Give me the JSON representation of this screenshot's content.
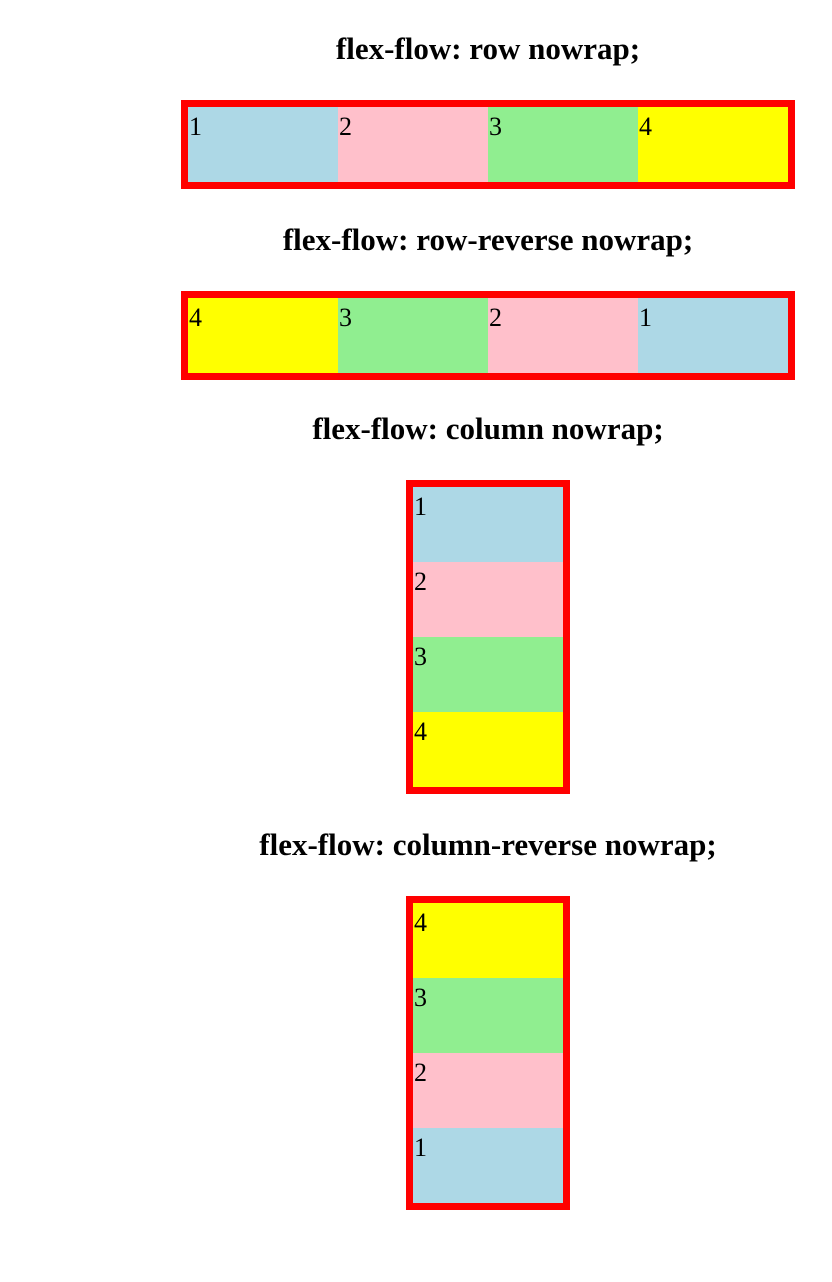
{
  "sections": [
    {
      "heading": "flex-flow: row nowrap;",
      "items": [
        {
          "label": "1",
          "color": "#add8e6"
        },
        {
          "label": "2",
          "color": "#ffc0cb"
        },
        {
          "label": "3",
          "color": "#90ee90"
        },
        {
          "label": "4",
          "color": "#ffff00"
        }
      ]
    },
    {
      "heading": "flex-flow: row-reverse nowrap;",
      "items": [
        {
          "label": "4",
          "color": "#ffff00"
        },
        {
          "label": "3",
          "color": "#90ee90"
        },
        {
          "label": "2",
          "color": "#ffc0cb"
        },
        {
          "label": "1",
          "color": "#add8e6"
        }
      ]
    },
    {
      "heading": "flex-flow: column nowrap;",
      "items": [
        {
          "label": "1",
          "color": "#add8e6"
        },
        {
          "label": "2",
          "color": "#ffc0cb"
        },
        {
          "label": "3",
          "color": "#90ee90"
        },
        {
          "label": "4",
          "color": "#ffff00"
        }
      ]
    },
    {
      "heading": "flex-flow: column-reverse nowrap;",
      "items": [
        {
          "label": "4",
          "color": "#ffff00"
        },
        {
          "label": "3",
          "color": "#90ee90"
        },
        {
          "label": "2",
          "color": "#ffc0cb"
        },
        {
          "label": "1",
          "color": "#add8e6"
        }
      ]
    }
  ],
  "border_color": "#ff0000"
}
